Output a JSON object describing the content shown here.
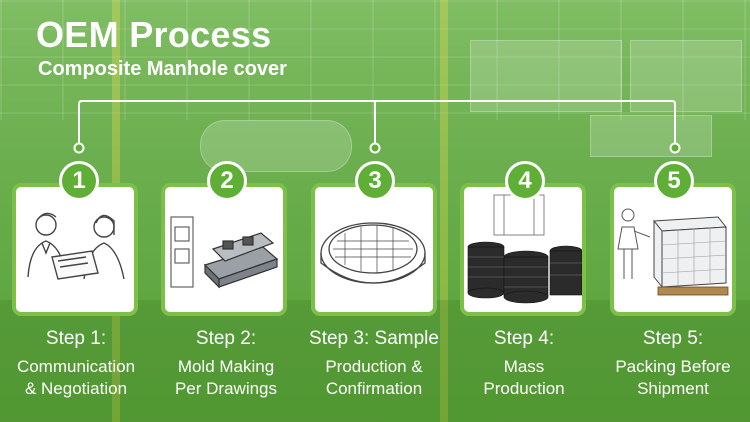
{
  "header": {
    "title": "OEM Process",
    "subtitle": "Composite Manhole cover"
  },
  "colors": {
    "accent_green": "#5fae35",
    "card_border": "#7cc04a",
    "text": "#ffffff"
  },
  "steps": [
    {
      "number": "1",
      "title": "Step 1:",
      "desc_line1": "Communication",
      "desc_line2": "& Negotiation",
      "illustration": "business-meeting-illustration"
    },
    {
      "number": "2",
      "title": "Step 2:",
      "desc_line1": "Mold Making",
      "desc_line2": "Per Drawings",
      "illustration": "mold-illustration"
    },
    {
      "number": "3",
      "title": "Step 3: Sample",
      "desc_line1": "Production &",
      "desc_line2": "Confirmation",
      "illustration": "manhole-cover-illustration"
    },
    {
      "number": "4",
      "title": "Step 4:",
      "desc_line1": "Mass",
      "desc_line2": "Production",
      "illustration": "stacked-covers-illustration"
    },
    {
      "number": "5",
      "title": "Step 5:",
      "desc_line1": "Packing Before",
      "desc_line2": "Shipment",
      "illustration": "pallet-packing-illustration"
    }
  ]
}
